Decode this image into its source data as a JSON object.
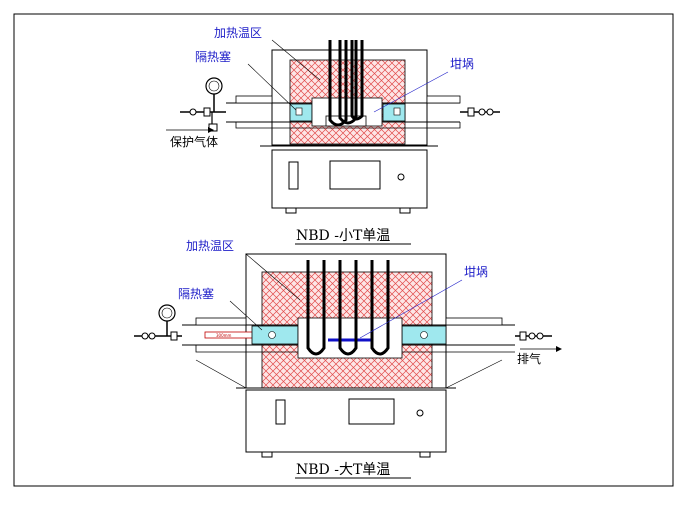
{
  "diagram": {
    "top": {
      "title": "NBD -小T单温",
      "heating_zone_label": "加热温区",
      "insulation_plug_label": "隔热塞",
      "crucible_label": "坩埚",
      "gas_label": "保护气体"
    },
    "bottom": {
      "title": "NBD -大T单温",
      "heating_zone_label": "加热温区",
      "insulation_plug_label": "隔热塞",
      "crucible_label": "坩埚",
      "gas_label": "排气",
      "scale_text": "300mm"
    },
    "colors": {
      "heating_zone_fill": "#fde6e6",
      "heating_zone_hatch": "#e14b4b",
      "insulation_fill": "#9fe8ee",
      "label_color": "#1d1dc8",
      "crucible_color": "#1010c8",
      "scale_color": "#c00000"
    }
  }
}
